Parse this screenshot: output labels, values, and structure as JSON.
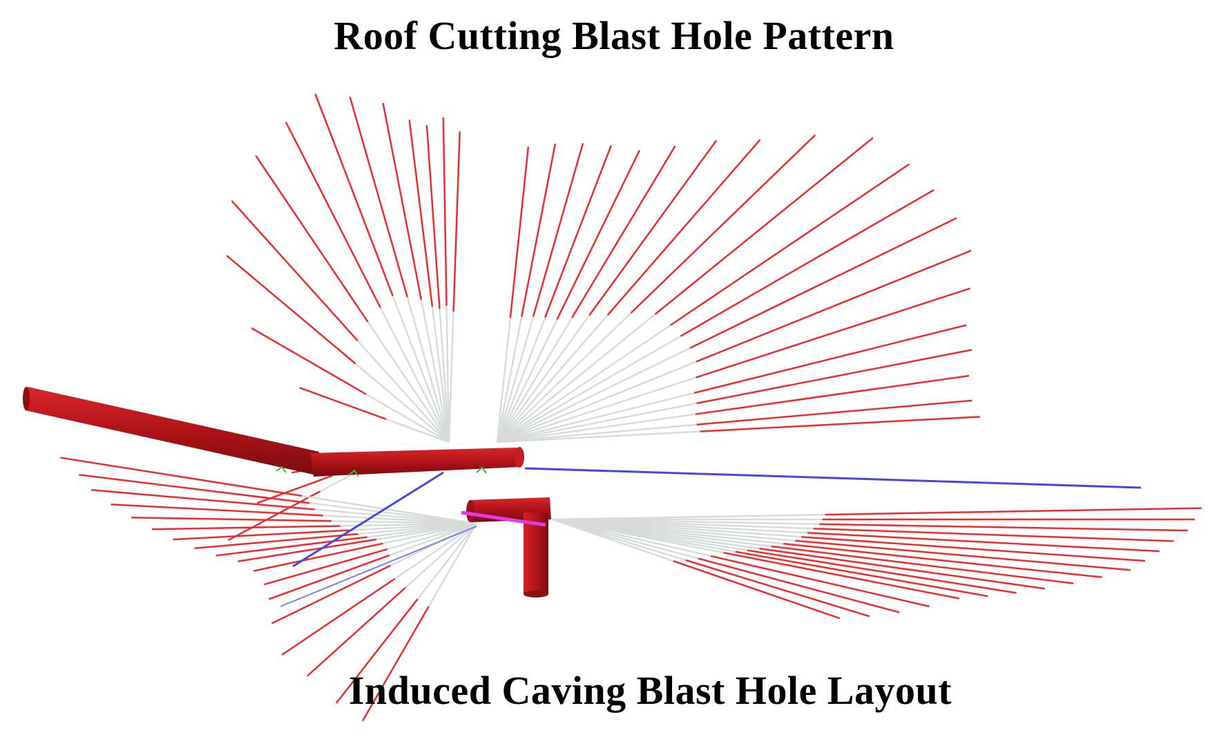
{
  "captions": {
    "top": "Roof Cutting Blast Hole Pattern",
    "bottom": "Induced Caving Blast Hole Layout"
  },
  "colors": {
    "background": "#ffffff",
    "blast_hole_charged": "#ee2b2b",
    "blast_hole_uncharged": "#d7dbd9",
    "drift_tunnel": "#b8151b",
    "guide_line": "#4646e6",
    "marker": "#e23be6",
    "anchor": "#3dbb3d"
  },
  "icons": {
    "drift": "red-cylinder-tunnel",
    "blast_hole": "thin-line"
  }
}
